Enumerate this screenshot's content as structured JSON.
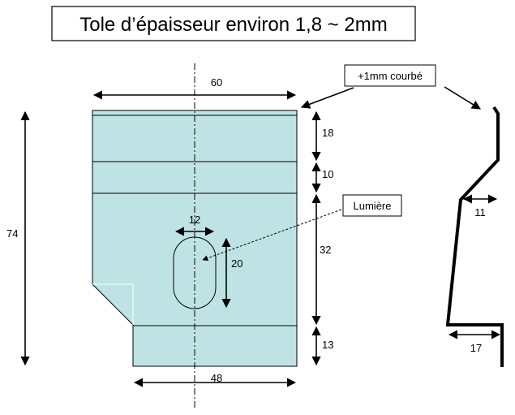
{
  "title": "Tole d’épaisseur environ 1,8 ~ 2mm",
  "callouts": {
    "bend": "+1mm courbé",
    "slot": "Lumière"
  },
  "dimensions": {
    "top_width": "60",
    "bottom_width": "48",
    "total_height": "74",
    "section_1": "18",
    "section_2": "10",
    "section_3": "32",
    "section_4": "13",
    "slot_width": "12",
    "slot_height": "20",
    "profile_offset": "11",
    "profile_foot": "17"
  },
  "colors": {
    "part_fill": "#bfe3e4",
    "outline": "#000000"
  }
}
